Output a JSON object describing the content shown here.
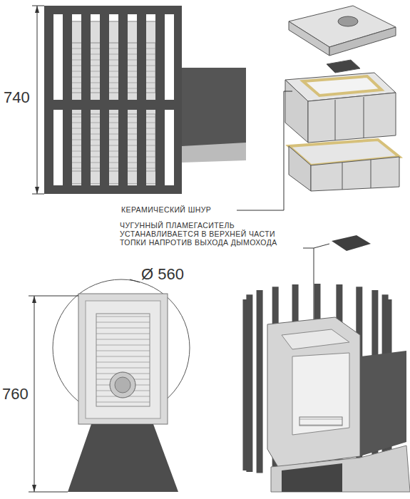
{
  "diagram": {
    "labels": [
      "740",
      "КЕРАМИЧЕСКИЙ ШНУР",
      "ЧУГУННЫЙ ПЛАМЕГАСИТЕЛЬ УСТАНАВЛИВАЕТСЯ В ВЕРХНЕЙ ЧАСТИ ТОПКИ НАПРОТИВ ВЫХОДА ДЫМОХОДА",
      "Ø 560",
      "760"
    ]
  }
}
